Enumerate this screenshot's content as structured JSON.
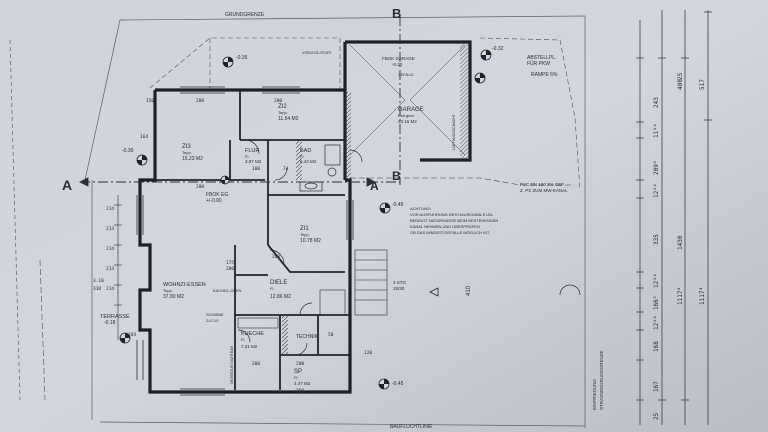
{
  "top_labels": {
    "grundgrenze": "GRUNDGRENZE",
    "section_b_top": "B",
    "baufluchtlinie": "BAUFLUCHTLINIE",
    "section_a_left": "A",
    "section_a_right": "A",
    "section_b_mid": "B"
  },
  "levels": {
    "top_left": "-0.35",
    "garage_right": "-0.32",
    "left_flur": "-0.30",
    "mid_right": "-0.45",
    "bottom_right": "-0.45"
  },
  "rooms": {
    "zi2": {
      "name": "ZI2",
      "floor": "Tepp.",
      "area": "11.54 M2"
    },
    "zi3": {
      "name": "ZI3",
      "floor": "Tepp.",
      "area": "15.23 M2"
    },
    "flur": {
      "name": "FLUR",
      "floor": "Fl.",
      "area": "3.97 M2"
    },
    "bad": {
      "name": "BAD",
      "floor": "Fl.",
      "area": "6.44 M2"
    },
    "garage": {
      "name": "GARAGE",
      "floor": "Estr.gest.",
      "area": "26.16 M2"
    },
    "zi1": {
      "name": "ZI1",
      "floor": "Tepp.",
      "area": "10.78 M2"
    },
    "wohnzi": {
      "name": "WOHNZI-ESSEN",
      "floor": "Tepp.",
      "area": "37.80 M2"
    },
    "diele": {
      "name": "DIELE",
      "floor": "Fl.",
      "area": "12.86 M2"
    },
    "kueche": {
      "name": "KUECHE",
      "floor": "Fl.",
      "area": "7.21 M2"
    },
    "technik": {
      "name": "TECHNIK",
      "floor": "",
      "area": ""
    },
    "sp": {
      "name": "SP",
      "floor": "Fl.",
      "area": "4.47 M2"
    },
    "terrasse": {
      "name": "TERRASSE",
      "level": "-0.18"
    }
  },
  "annotations": {
    "fbok_garage": "FBOK GARAGE",
    "fbok_garage_val": "-0.30",
    "gefaelle": "GEFÄLLE",
    "fbok_eg": "FBOK EG",
    "fbok_eg_val": "+/-0.00",
    "kacheloefen": "KACHEL-OFEN",
    "schiebe": "SCHIEBE",
    "schiebe_dim": "2×2.10",
    "abstellpl": "ABSTELLPL.",
    "fuer_pkw": "FÜR PKW",
    "rampe": "RAMPE 6%",
    "vordach": "VORLEGE-STUFE",
    "pvc": "PVC DN 150 2% GEF.",
    "pvc2": "Z. PS ZUM MW-KANAL",
    "achtung": "ACHTUNG!",
    "achtung1": "VOR AUSFÜHRUNG DES HAUSKANALS UN-",
    "achtung2": "BEDINGT NATURMASSE BEIM BESTEHENDEN",
    "achtung3": "KANAL NEHMEN UND ÜBERPRÜFEN",
    "achtung4": "OB DAS MINDESTGEFÄLLE MÖGLICH IST.",
    "stufen": "3 STG",
    "stufen_dim": "15/30",
    "dim_410": "410",
    "einfriedung": "EINFRIEDUNG",
    "strassen": "STRASSENGRUNDGRENZE",
    "lueftung": "LÜFTUNGSSCHACHT",
    "unterzug": "UNTERZUG SICHTBAR"
  },
  "right_dims_outer": [
    "25",
    "480",
    "517",
    "1430",
    "1117⁴",
    "1117⁴"
  ],
  "right_dims_inner": [
    "243",
    "11¹⁴",
    "209⁶",
    "12¹⁴",
    "335",
    "12¹⁴",
    "166⁵",
    "12¹⁴",
    "168",
    "167",
    "25"
  ],
  "room_dims": [
    "150",
    "200",
    "200",
    "200",
    "100",
    "74",
    "200",
    "175",
    "200",
    "200",
    "200",
    "50",
    "120",
    "164",
    "214",
    "214",
    "214",
    "214",
    "214",
    "184",
    "250",
    "310",
    "3.10"
  ]
}
